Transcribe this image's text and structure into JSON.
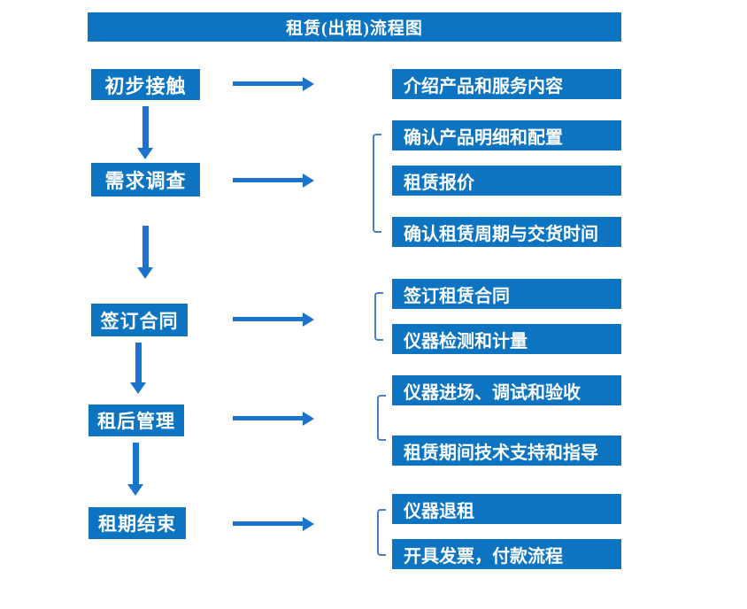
{
  "title": "租赁(出租)流程图",
  "colors": {
    "box_blue": "#0d74c2",
    "arrow_blue": "#1a73cd",
    "bracket_blue": "#4a7ec1",
    "text": "#ffffff",
    "background": "#ffffff"
  },
  "flow": {
    "steps": [
      {
        "label": "初步接触",
        "details": [
          "介绍产品和服务内容"
        ]
      },
      {
        "label": "需求调查",
        "details": [
          "确认产品明细和配置",
          "租赁报价",
          "确认租赁周期与交货时间"
        ]
      },
      {
        "label": "签订合同",
        "details": [
          "签订租赁合同",
          "仪器检测和计量"
        ]
      },
      {
        "label": "租后管理",
        "details": [
          "仪器进场、调试和验收",
          "租赁期间技术支持和指导"
        ]
      },
      {
        "label": "租期结束",
        "details": [
          "仪器退租",
          "开具发票，付款流程"
        ]
      }
    ]
  }
}
